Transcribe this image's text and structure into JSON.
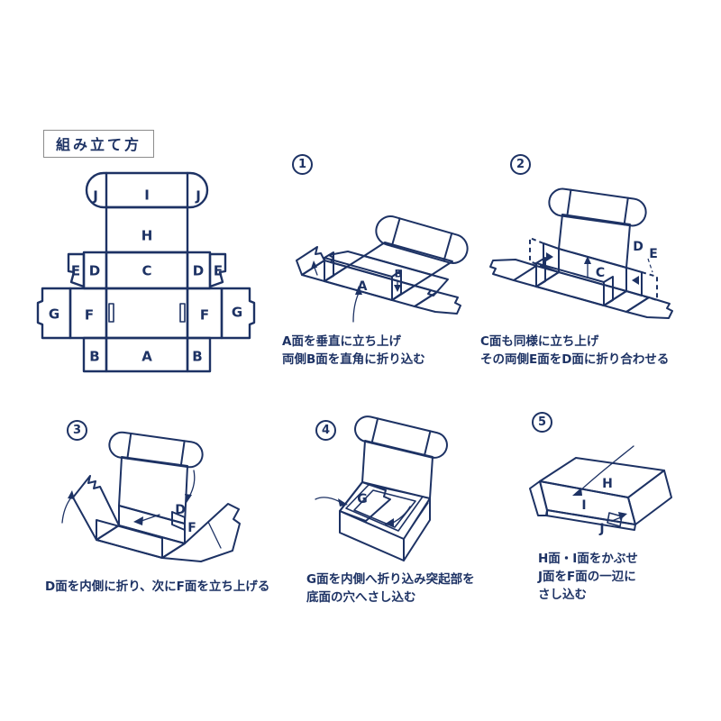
{
  "colors": {
    "ink": "#1d3264",
    "title_border": "#8c8c8c",
    "background": "#ffffff"
  },
  "title": {
    "text": "組み立て方"
  },
  "labels": {
    "A": "A",
    "B": "B",
    "C": "C",
    "D": "D",
    "E": "E",
    "F": "F",
    "G": "G",
    "H": "H",
    "I": "I",
    "J": "J"
  },
  "steps": [
    {
      "number": "1",
      "caption_lines": [
        "A面を垂直に立ち上げ",
        "両側B面を直角に折り込む"
      ]
    },
    {
      "number": "2",
      "caption_lines": [
        "C面も同様に立ち上げ",
        "その両側E面をD面に折り合わせる"
      ]
    },
    {
      "number": "3",
      "caption_lines": [
        "D面を内側に折り、次にF面を立ち上げる"
      ]
    },
    {
      "number": "4",
      "caption_lines": [
        "G面を内側へ折り込み突起部を",
        "底面の穴へさし込む"
      ]
    },
    {
      "number": "5",
      "caption_lines": [
        "H面・I面をかぶせ",
        "J面をF面の一辺に",
        "さし込む"
      ]
    }
  ]
}
